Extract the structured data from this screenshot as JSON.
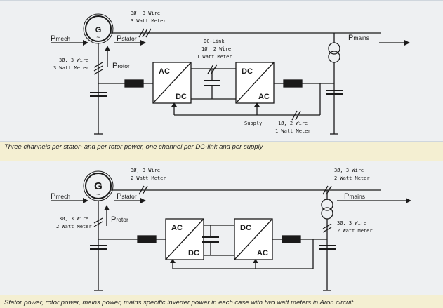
{
  "diagram1": {
    "labels": {
      "p_mech": [
        "P",
        "mech"
      ],
      "p_stator": [
        "P",
        "stator"
      ],
      "p_rotor": [
        "P",
        "rotor"
      ],
      "p_mains": [
        "P",
        "mains"
      ],
      "generator": "G",
      "stator_meter": [
        "3Ø, 3 Wire",
        "3 Watt Meter"
      ],
      "rotor_meter": [
        "3Ø, 3 Wire",
        "3 Watt Meter"
      ],
      "dclink_meter": [
        "DC-Link",
        "1Ø, 2 Wire",
        "1 Watt Meter"
      ],
      "supply": "Supply",
      "supply_meter": [
        "1Ø, 2 Wire",
        "1 Watt Meter"
      ],
      "conv1": [
        "AC",
        "DC"
      ],
      "conv2": [
        "DC",
        "AC"
      ]
    },
    "caption": "Three channels per stator- and per rotor power, one channel per DC-link and per supply"
  },
  "diagram2": {
    "labels": {
      "p_mech": [
        "P",
        "mech"
      ],
      "p_stator": [
        "P",
        "stator"
      ],
      "p_rotor": [
        "P",
        "rotor"
      ],
      "p_mains": [
        "P",
        "mains"
      ],
      "generator": "G",
      "stator_meter": [
        "3Ø, 3 Wire",
        "2 Watt Meter"
      ],
      "rotor_meter": [
        "3Ø, 3 Wire",
        "2 Watt Meter"
      ],
      "mains_meter_top": [
        "3Ø, 3 Wire",
        "2 Watt Meter"
      ],
      "mains_meter_bottom": [
        "3Ø, 3 Wire",
        "2 Watt Meter"
      ],
      "conv1": [
        "AC",
        "DC"
      ],
      "conv2": [
        "DC",
        "AC"
      ]
    },
    "caption": "Stator power, rotor power, mains power, mains specific inverter power in each case with two watt meters in Aron circuit"
  }
}
